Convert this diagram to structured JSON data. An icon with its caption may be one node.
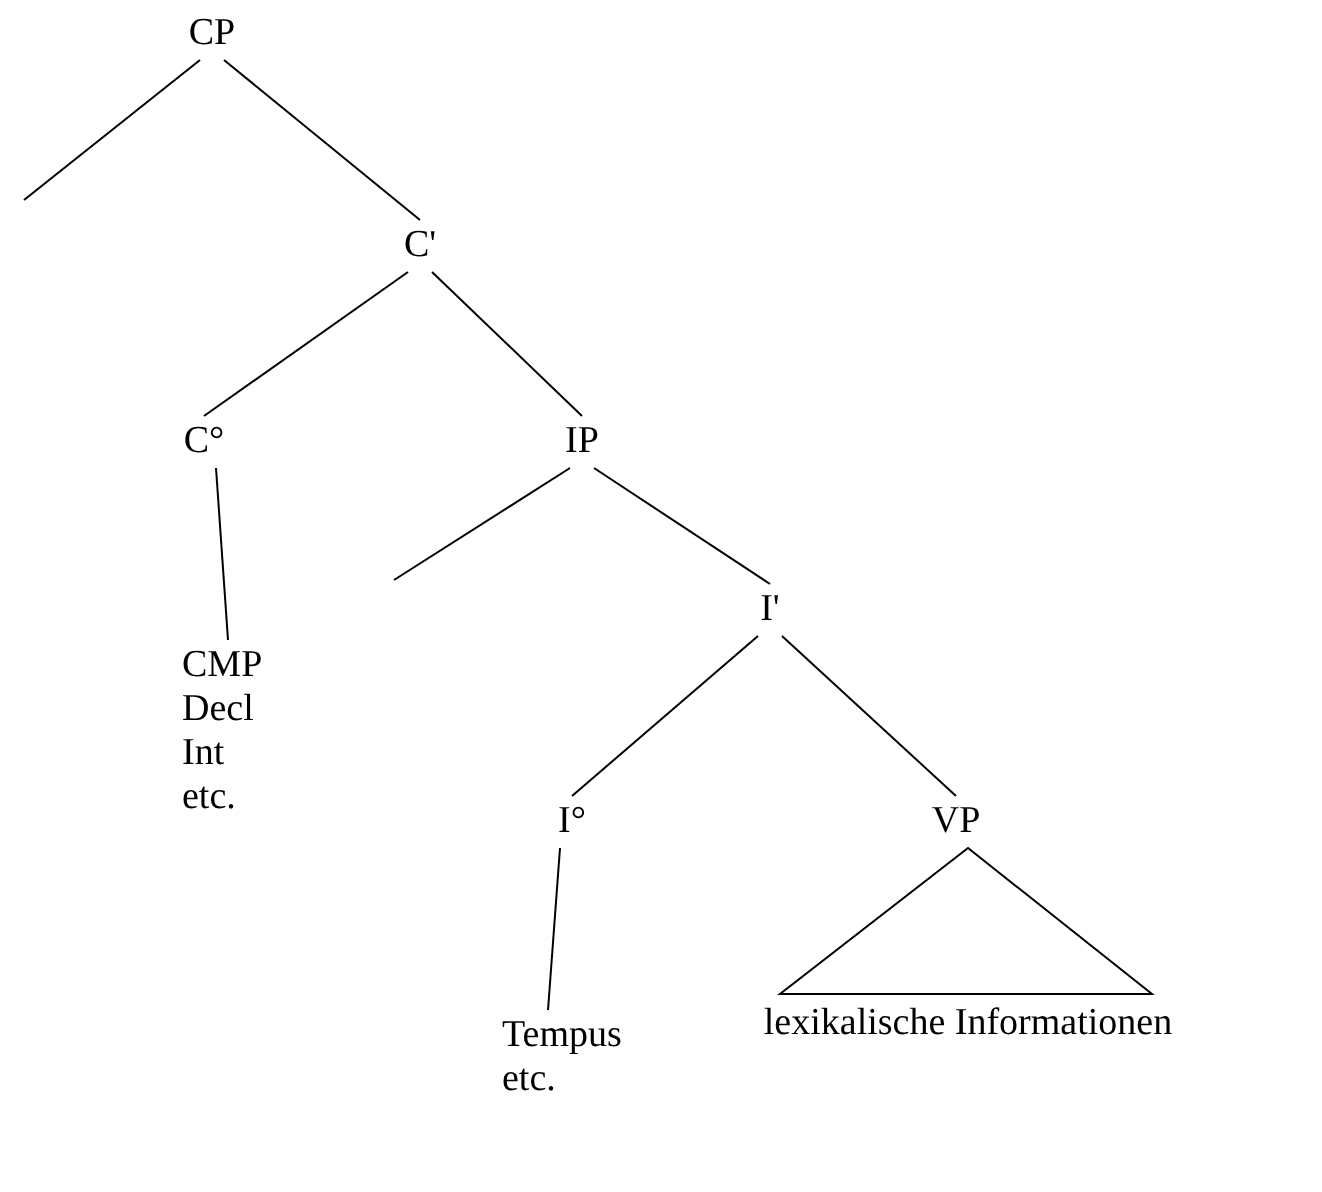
{
  "diagram": {
    "nodes": [
      {
        "text": [
          "CP"
        ]
      },
      {
        "text": [
          "C'"
        ]
      },
      {
        "text": [
          "C°"
        ]
      },
      {
        "text": [
          "IP"
        ]
      },
      {
        "text": [
          "CMP Decl Int etc."
        ]
      },
      {
        "text": [
          "I'"
        ]
      },
      {
        "text": [
          "I°"
        ]
      },
      {
        "text": [
          "VP"
        ]
      },
      {
        "text": [
          "Tempus etc."
        ]
      },
      {
        "text": [
          "lexikalische Informationen"
        ]
      }
    ],
    "edges": [
      {
        "from": 0,
        "to": null,
        "arrow": "none"
      },
      {
        "from": 0,
        "to": 1,
        "arrow": "none"
      },
      {
        "from": 1,
        "to": 2,
        "arrow": "none"
      },
      {
        "from": 1,
        "to": 3,
        "arrow": "none"
      },
      {
        "from": 2,
        "to": 4,
        "arrow": "none"
      },
      {
        "from": 3,
        "to": null,
        "arrow": "none"
      },
      {
        "from": 3,
        "to": 5,
        "arrow": "none"
      },
      {
        "from": 5,
        "to": 6,
        "arrow": "none"
      },
      {
        "from": 5,
        "to": 7,
        "arrow": "none"
      },
      {
        "from": 6,
        "to": 8,
        "arrow": "none"
      },
      {
        "from": 7,
        "to": 9,
        "arrow": "none"
      }
    ]
  }
}
